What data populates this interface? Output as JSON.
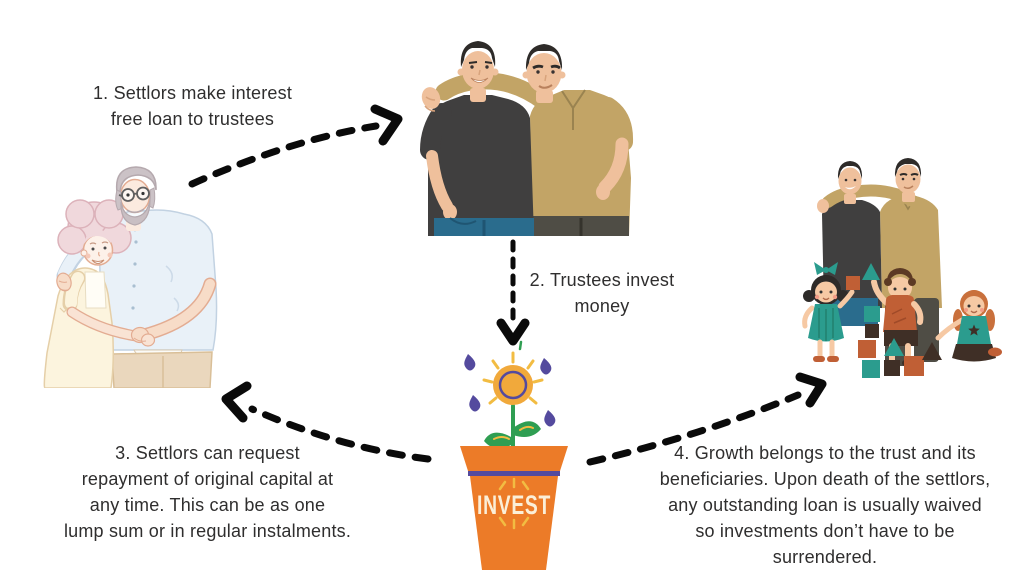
{
  "steps": [
    {
      "label": "1. Settlors make interest\nfree loan to trustees"
    },
    {
      "label": "2. Trustees invest\nmoney"
    },
    {
      "label": "3. Settlors can request\nrepayment of original capital at\nany time. This can be as one\nlump sum or in regular instalments."
    },
    {
      "label": "4. Growth belongs to the trust and its\nbeneficiaries. Upon death of the settlors,\nany outstanding loan is usually waived\nso investments don’t have to be\nsurrendered."
    }
  ],
  "pot_label": "INVEST",
  "illustrations": {
    "settlors": "elderly-couple-hugging",
    "trustees": "two-men-arm-on-shoulder",
    "investment": "flower-growing-in-invest-pot",
    "beneficiaries": "family-with-three-children-playing-blocks"
  },
  "colors": {
    "background": "#ffffff",
    "text": "#2f2e2e",
    "arrow": "#0a0a0a",
    "dark_shirt": "#403f3f",
    "tan_shirt": "#c2a466",
    "jeans_blue": "#2a6c8d",
    "dark_pants": "#4f4d45",
    "skin": "#efc09c",
    "kid_skin": "#f6c9a4",
    "hair_dark": "#2e2b29",
    "boy_hair": "#5c3a24",
    "girl_hair": "#c9703c",
    "teal": "#2b9c8e",
    "rust": "#c05f35",
    "block_dark": "#3f2f26",
    "pot_orange": "#ec7b28",
    "purple": "#544a9e",
    "flower_yellow": "#f1a93b",
    "ray_yellow": "#f2bc42",
    "leaf_green": "#2f9e52",
    "cream_text": "#fbefd8",
    "couple_shirt": "#e9f1f8",
    "couple_dress": "#fcf4de",
    "couple_pants": "#ead7bd",
    "man_hair_gray": "#cbc2c6",
    "woman_hair_pink": "#f0d8dc"
  }
}
